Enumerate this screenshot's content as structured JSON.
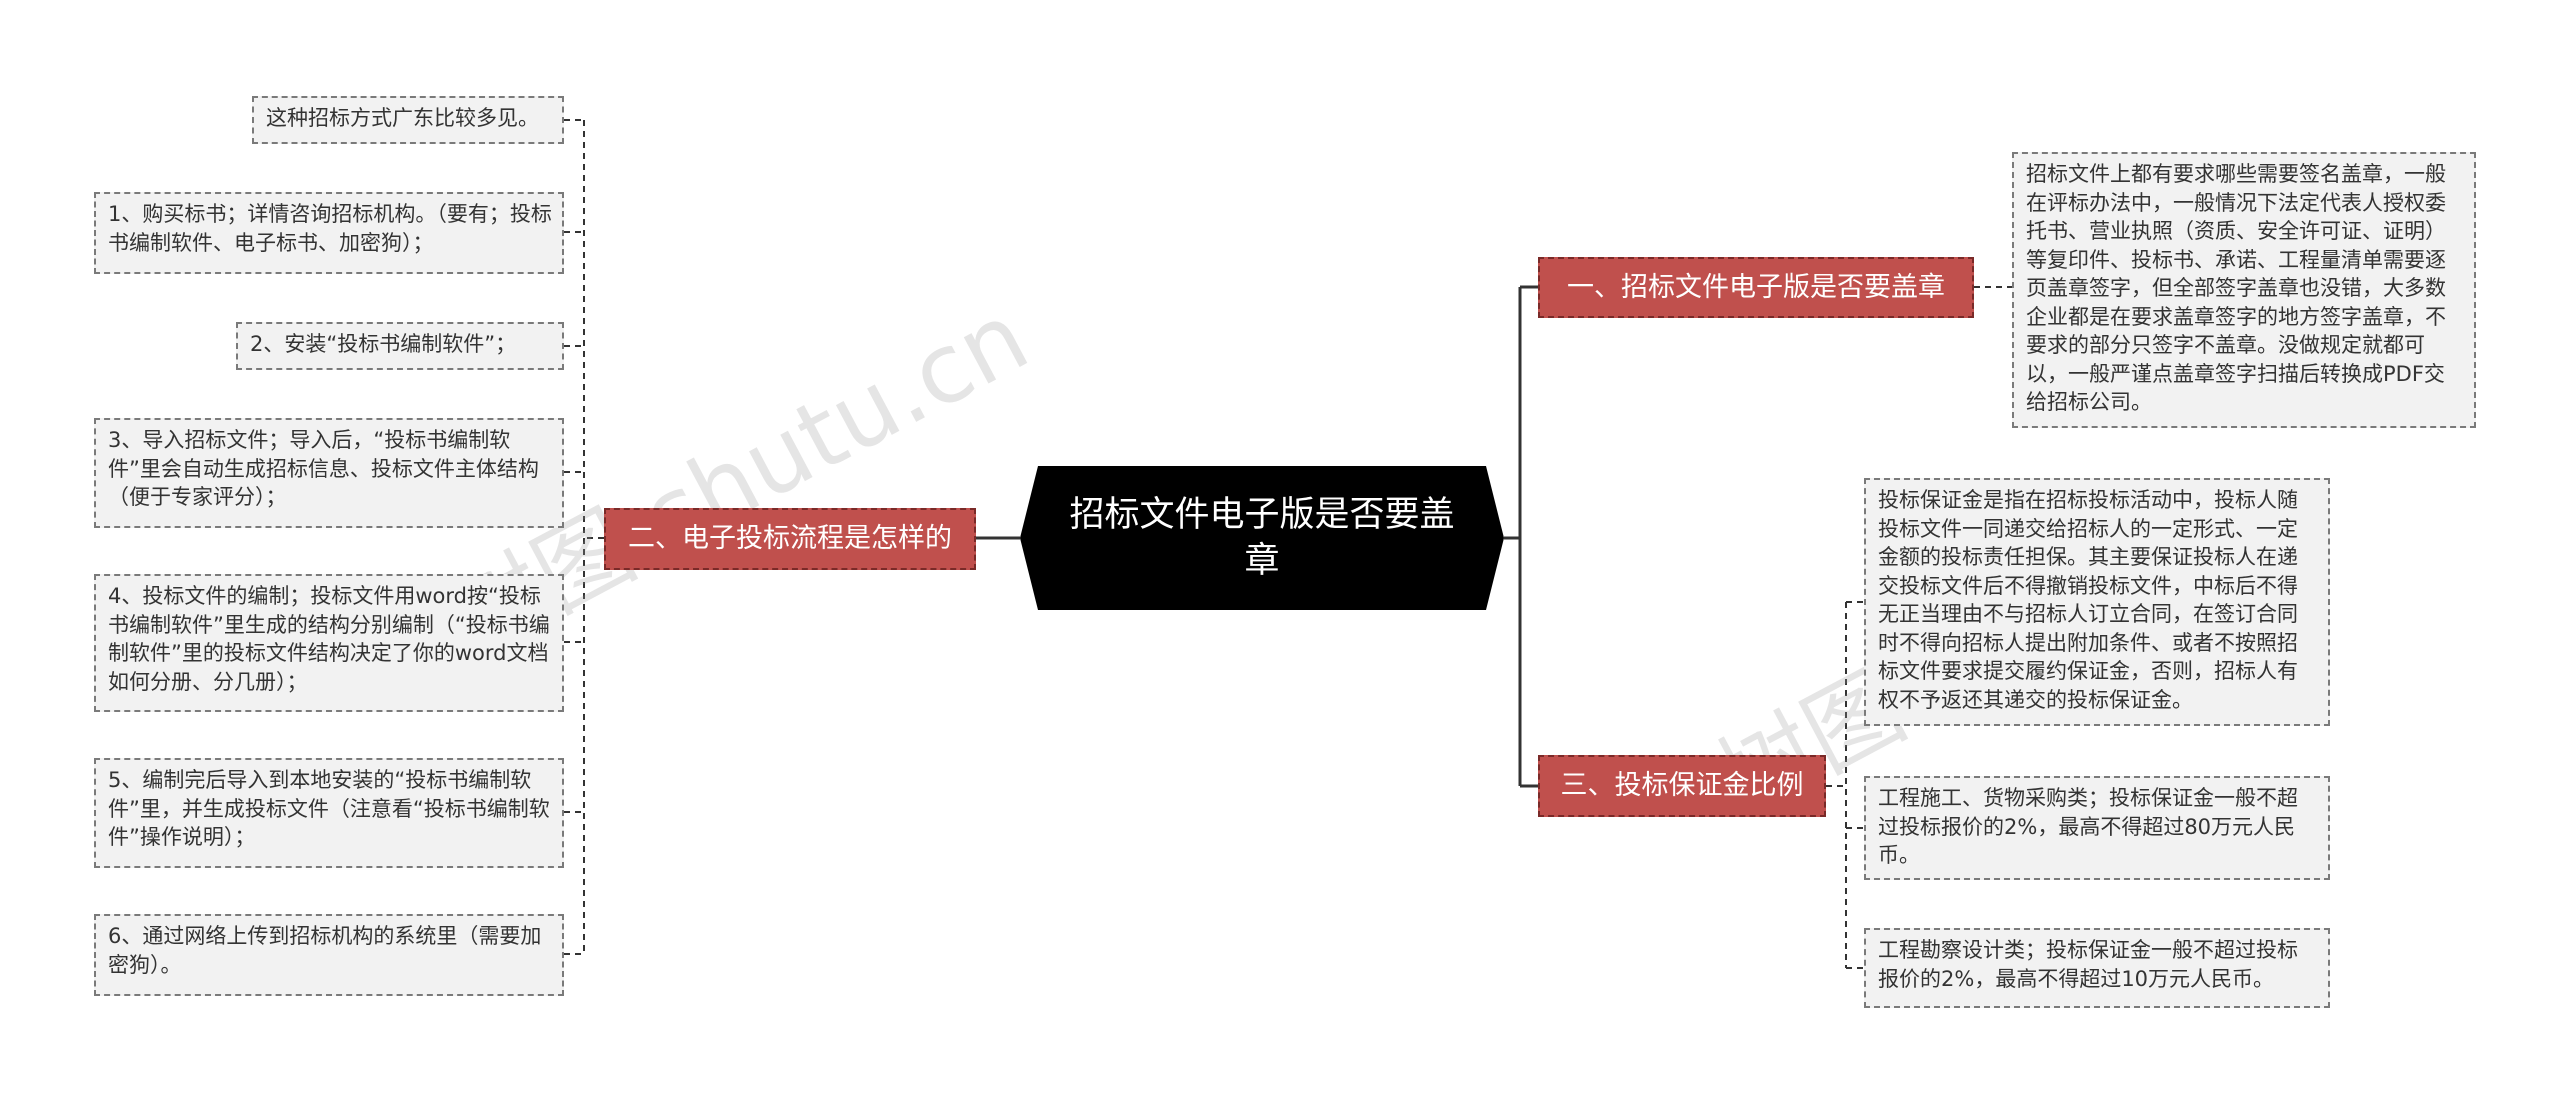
{
  "watermark": "树图 shutu.cn",
  "colors": {
    "root_bg": "#000000",
    "branch_bg": "#c0504d",
    "leaf_bg": "#f2f2f2",
    "line": "#333333"
  },
  "root": {
    "label": "招标文件电子版是否要盖章"
  },
  "branches": [
    {
      "id": "b1",
      "label": "一、招标文件电子版是否要盖章",
      "side": "right",
      "children": [
        "招标文件上都有要求哪些需要签名盖章，一般在评标办法中，一般情况下法定代表人授权委托书、营业执照（资质、安全许可证、证明）等复印件、投标书、承诺、工程量清单需要逐页盖章签字，但全部签字盖章也没错，大多数企业都是在要求盖章签字的地方签字盖章，不要求的部分只签字不盖章。没做规定就都可以，一般严谨点盖章签字扫描后转换成PDF交给招标公司。"
      ]
    },
    {
      "id": "b2",
      "label": "二、电子投标流程是怎样的",
      "side": "left",
      "children": [
        "这种招标方式广东比较多见。",
        "1、购买标书；详情咨询招标机构。（要有；投标书编制软件、电子标书、加密狗）；",
        "2、安装“投标书编制软件”；",
        "3、导入招标文件；导入后，“投标书编制软件”里会自动生成招标信息、投标文件主体结构（便于专家评分）；",
        "4、投标文件的编制；投标文件用word按“投标书编制软件”里生成的结构分别编制（“投标书编制软件”里的投标文件结构决定了你的word文档如何分册、分几册）；",
        "5、编制完后导入到本地安装的“投标书编制软件”里，并生成投标文件（注意看“投标书编制软件”操作说明）；",
        "6、通过网络上传到招标机构的系统里（需要加密狗）。"
      ]
    },
    {
      "id": "b3",
      "label": "三、投标保证金比例",
      "side": "right",
      "children": [
        "投标保证金是指在招标投标活动中，投标人随投标文件一同递交给招标人的一定形式、一定金额的投标责任担保。其主要保证投标人在递交投标文件后不得撤销投标文件，中标后不得无正当理由不与招标人订立合同，在签订合同时不得向招标人提出附加条件、或者不按照招标文件要求提交履约保证金，否则，招标人有权不予返还其递交的投标保证金。",
        "工程施工、货物采购类；投标保证金一般不超过投标报价的2%，最高不得超过80万元人民币。",
        "工程勘察设计类；投标保证金一般不超过投标报价的2%，最高不得超过10万元人民币。"
      ]
    }
  ]
}
